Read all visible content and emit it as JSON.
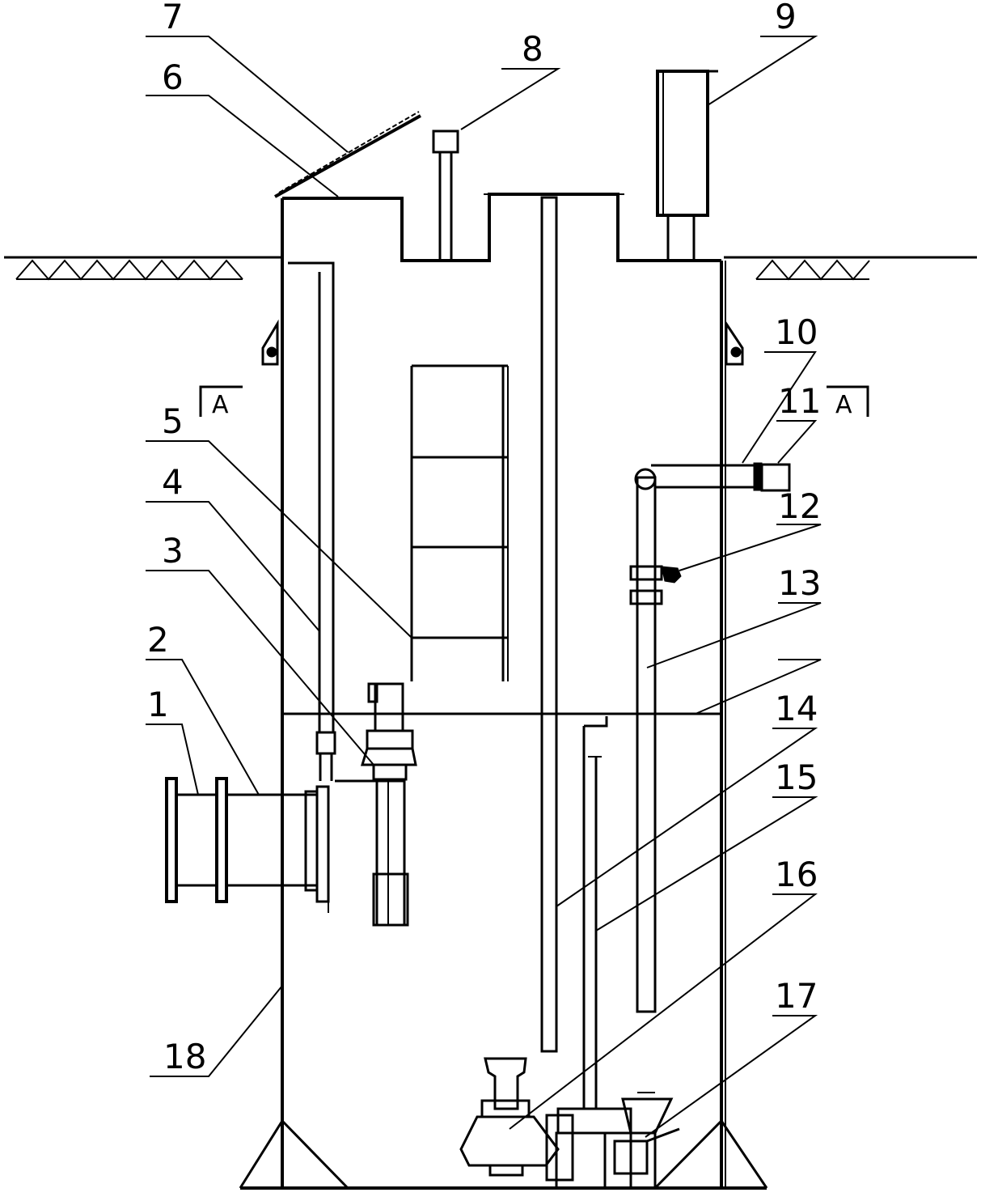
{
  "callouts": [
    "1",
    "2",
    "3",
    "4",
    "5",
    "6",
    "7",
    "8",
    "9",
    "10",
    "11",
    "12",
    "13",
    "14",
    "15",
    "16",
    "17",
    "18"
  ],
  "section_marks": [
    "A",
    "A"
  ],
  "colors": {
    "line": "#000000",
    "background": "#ffffff"
  }
}
